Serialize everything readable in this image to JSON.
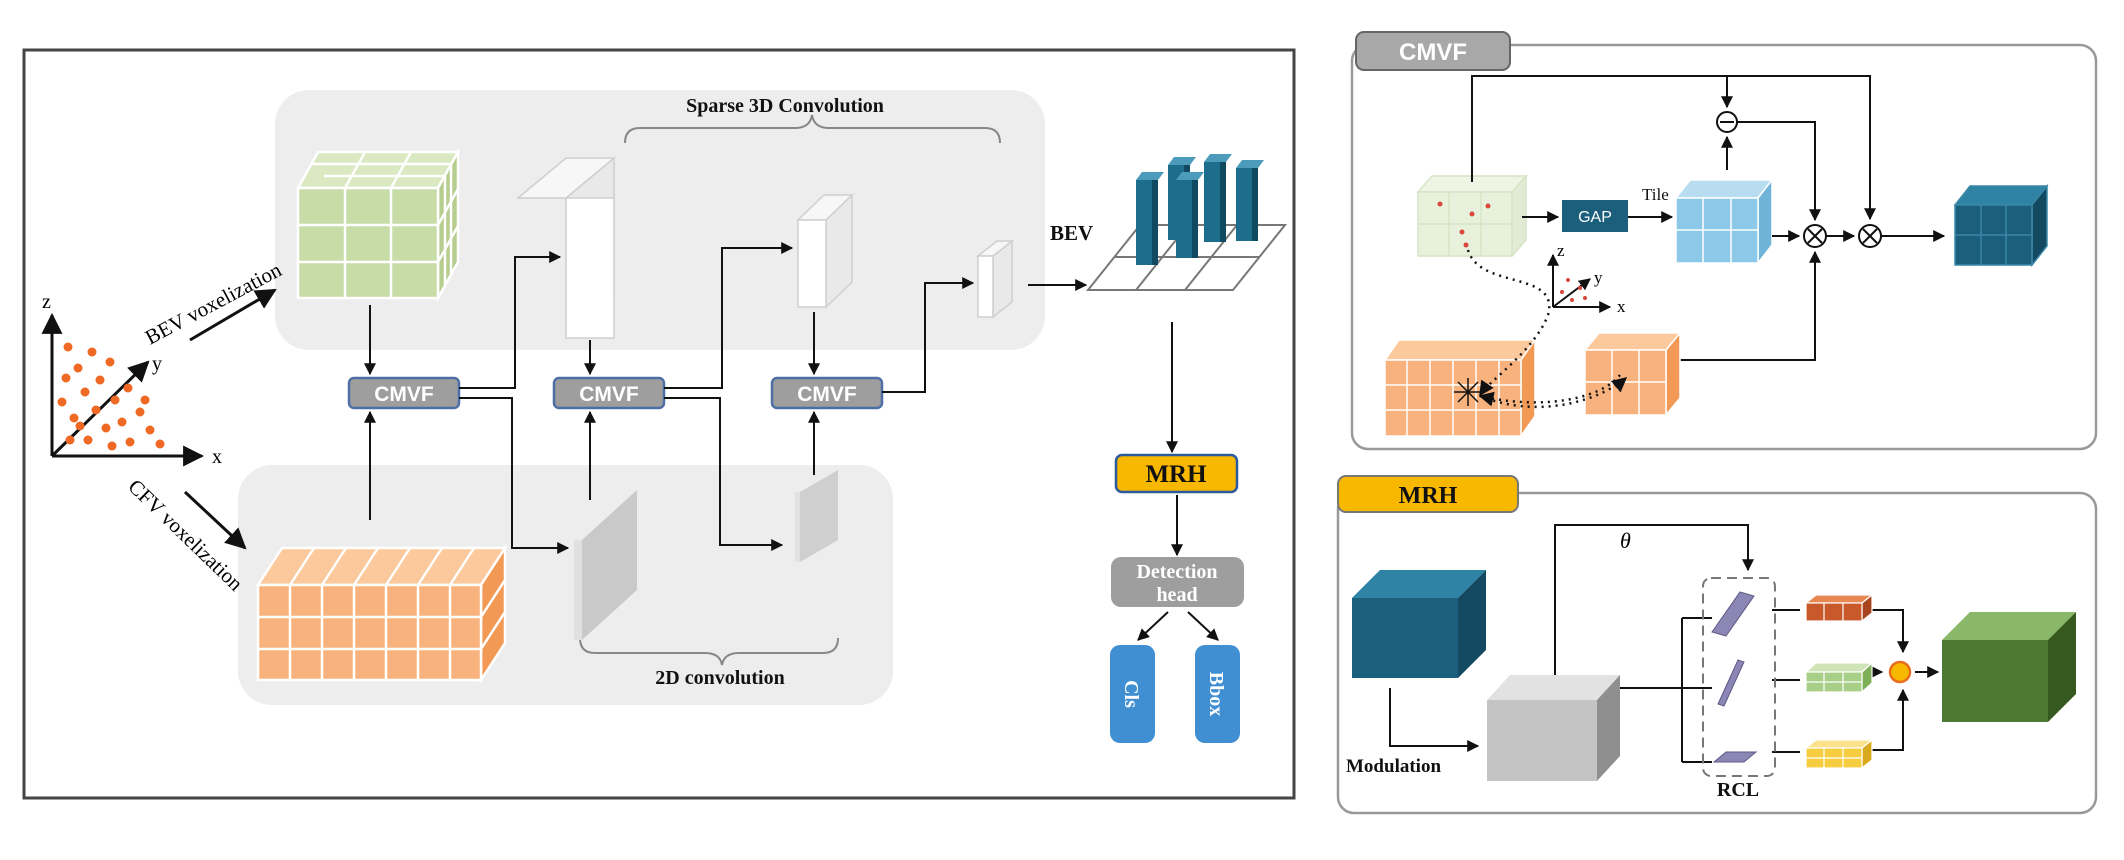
{
  "main": {
    "sparse_label": "Sparse 3D Convolution",
    "conv2d_label": "2D convolution",
    "bev_voxelization": "BEV voxelization",
    "cfv_voxelization": "CFV voxelization",
    "axis_z": "z",
    "axis_y": "y",
    "axis_x": "x",
    "cmvf_1": "CMVF",
    "cmvf_2": "CMVF",
    "cmvf_3": "CMVF",
    "bev_label": "BEV",
    "mrh_label": "MRH",
    "detection_head_line1": "Detection",
    "detection_head_line2": "head",
    "cls_label": "Cls",
    "bbox_label": "Bbox"
  },
  "cmvf_panel": {
    "title": "CMVF",
    "gap_label": "GAP",
    "tile_label": "Tile",
    "axis_z": "z",
    "axis_y": "y",
    "axis_x": "x",
    "minus_symbol": "⊖",
    "times_symbol": "⊗"
  },
  "mrh_panel": {
    "title": "MRH",
    "theta_label": "θ",
    "modulation_label": "Modulation",
    "rcl_label": "RCL"
  },
  "colors": {
    "green_cube": "#c8dca8",
    "orange_cube": "#f8b27e",
    "cmvf_box": "#9e9e9e",
    "mrh_box": "#f8b800",
    "cls_box": "#3f8fd2",
    "teal_bar": "#1c6e8c",
    "light_blue_cube": "#8cc8e8",
    "dark_teal_cube": "#1c5f7c",
    "dark_green_cube": "#4d7a32"
  }
}
